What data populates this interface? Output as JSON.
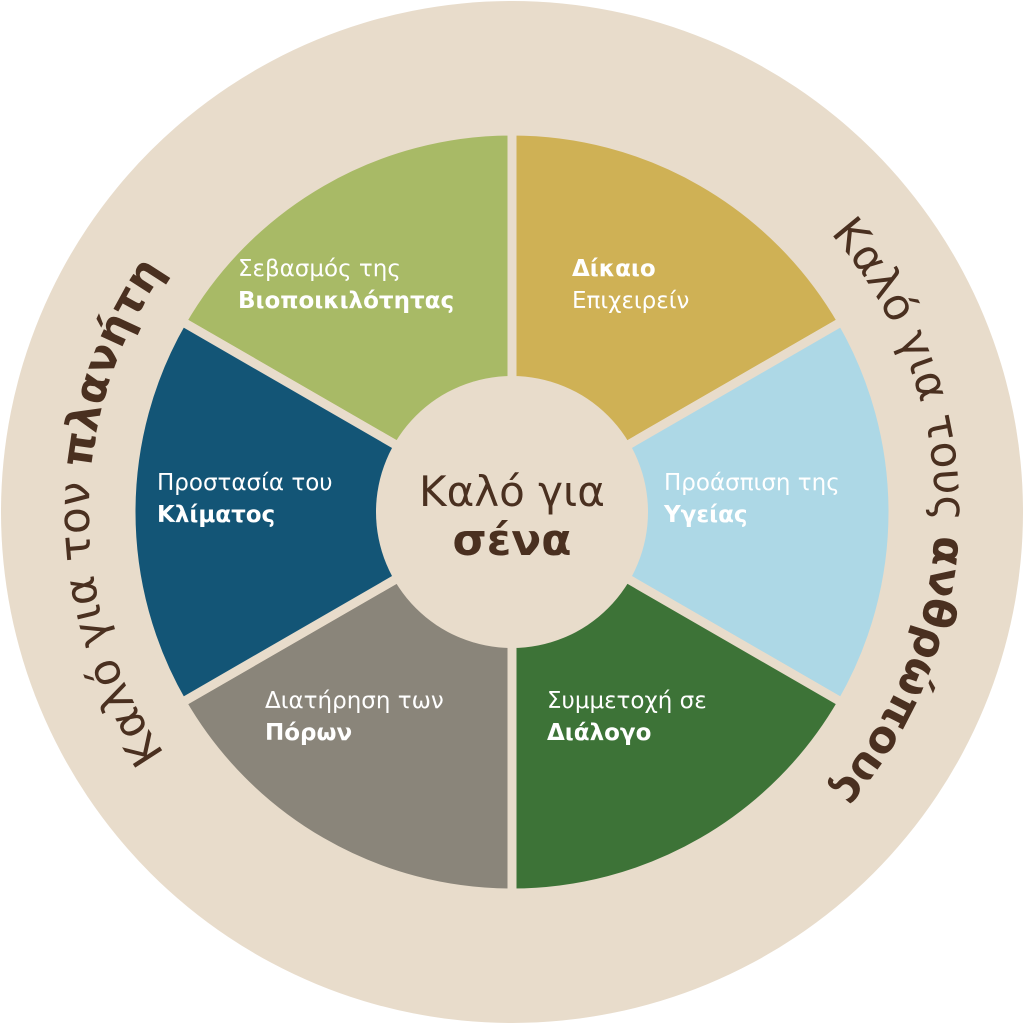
{
  "colors": {
    "ring": "#E8DCCB",
    "text_dark": "#4A3020",
    "biodiversity": "#A8BA66",
    "business": "#CFB155",
    "health": "#ADD8E6",
    "dialogue": "#3D7337",
    "resources": "#8A857A",
    "climate": "#135576"
  },
  "ring": {
    "left": {
      "regular": "Καλό για τον ",
      "bold": "πλανήτη"
    },
    "right": {
      "regular": "Καλό για τους ",
      "bold": "ανθρώπους"
    }
  },
  "center": {
    "line1": "Καλό για",
    "line2": "σένα"
  },
  "segments": [
    {
      "id": "biodiversity",
      "line1": "Σεβασμός της",
      "line2": "Βιοποικιλότητας"
    },
    {
      "id": "business",
      "line1": "Δίκαιο",
      "line2": "Επιχειρείν"
    },
    {
      "id": "health",
      "line1": "Προάσπιση της",
      "line2": "Υγείας"
    },
    {
      "id": "dialogue",
      "line1": "Συμμετοχή σε",
      "line2": "Διάλογο"
    },
    {
      "id": "resources",
      "line1": "Διατήρηση των",
      "line2": "Πόρων"
    },
    {
      "id": "climate",
      "line1": "Προστασία του",
      "line2": "Κλίματος"
    }
  ]
}
